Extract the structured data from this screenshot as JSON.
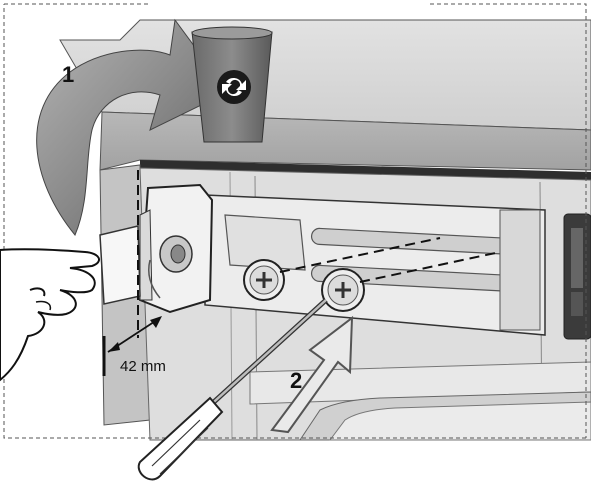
{
  "steps": {
    "step1": "1",
    "step2": "2"
  },
  "measurement": {
    "label": "42 mm"
  },
  "icons": {
    "bin": "recycle-bin-icon",
    "arrow1": "curved-arrow-icon",
    "arrow2": "straight-arrow-icon",
    "tool": "screwdriver-icon",
    "hand": "hand-icon"
  }
}
